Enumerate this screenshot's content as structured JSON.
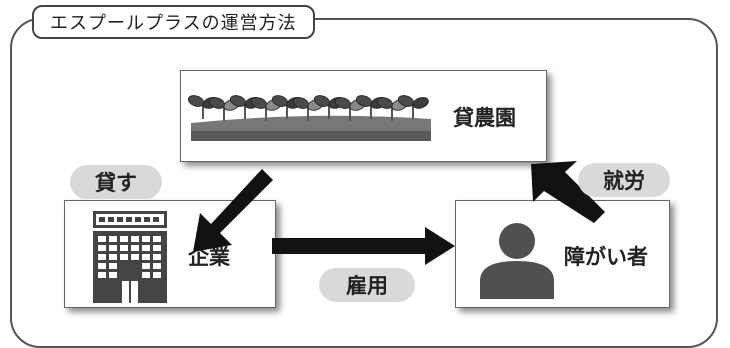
{
  "title": "エスプールプラスの運営方法",
  "nodes": {
    "farm": {
      "label": "貸農園"
    },
    "company": {
      "label": "企業"
    },
    "person": {
      "label": "障がい者"
    }
  },
  "relations": {
    "lend": "貸す",
    "employ": "雇用",
    "work": "就労"
  }
}
